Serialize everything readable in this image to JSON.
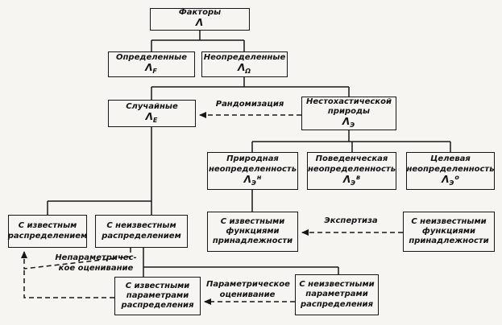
{
  "boxes": {
    "factors": {
      "lines": [
        "Факторы"
      ],
      "symbol": "Λ",
      "sub": "",
      "sup": ""
    },
    "determined": {
      "lines": [
        "Определенные"
      ],
      "symbol": "Λ",
      "sub": "F",
      "sup": ""
    },
    "undetermined": {
      "lines": [
        "Неопределенные"
      ],
      "symbol": "Λ",
      "sub": "Ω",
      "sup": ""
    },
    "random": {
      "lines": [
        "Случайные"
      ],
      "symbol": "Λ",
      "sub": "E",
      "sup": ""
    },
    "nonstochastic": {
      "lines": [
        "Нестохастической",
        "природы"
      ],
      "symbol": "Λ",
      "sub": "Э",
      "sup": ""
    },
    "natural": {
      "lines": [
        "Природная",
        "неопределенность"
      ],
      "symbol": "Λ",
      "sub": "Э",
      "sup": "н"
    },
    "behavioral": {
      "lines": [
        "Поведенческая",
        "неопределенность"
      ],
      "symbol": "Λ",
      "sub": "Э",
      "sup": "в"
    },
    "target": {
      "lines": [
        "Целевая",
        "неопределенность"
      ],
      "symbol": "Λ",
      "sub": "Э",
      "sup": "о"
    },
    "known_dist": {
      "lines": [
        "С известным",
        "распределением"
      ]
    },
    "unknown_dist": {
      "lines": [
        "С неизвестным",
        "распределением"
      ]
    },
    "known_membership": {
      "lines": [
        "С известными",
        "функциями",
        "принадлежности"
      ]
    },
    "unknown_membership": {
      "lines": [
        "С неизвестными",
        "функциями",
        "принадлежности"
      ]
    },
    "known_params": {
      "lines": [
        "С известными",
        "параметрами",
        "распределения"
      ]
    },
    "unknown_params": {
      "lines": [
        "С неизвестными",
        "параметрами",
        "распределения"
      ]
    }
  },
  "arrow_labels": {
    "randomization": {
      "lines": [
        "Рандомизация"
      ]
    },
    "expertise": {
      "lines": [
        "Экспертиза"
      ]
    },
    "nonparametric": {
      "lines": [
        "Непараметричес-",
        "кое оценивание"
      ]
    },
    "parametric": {
      "lines": [
        "Параметрическое",
        "оценивание"
      ]
    }
  }
}
